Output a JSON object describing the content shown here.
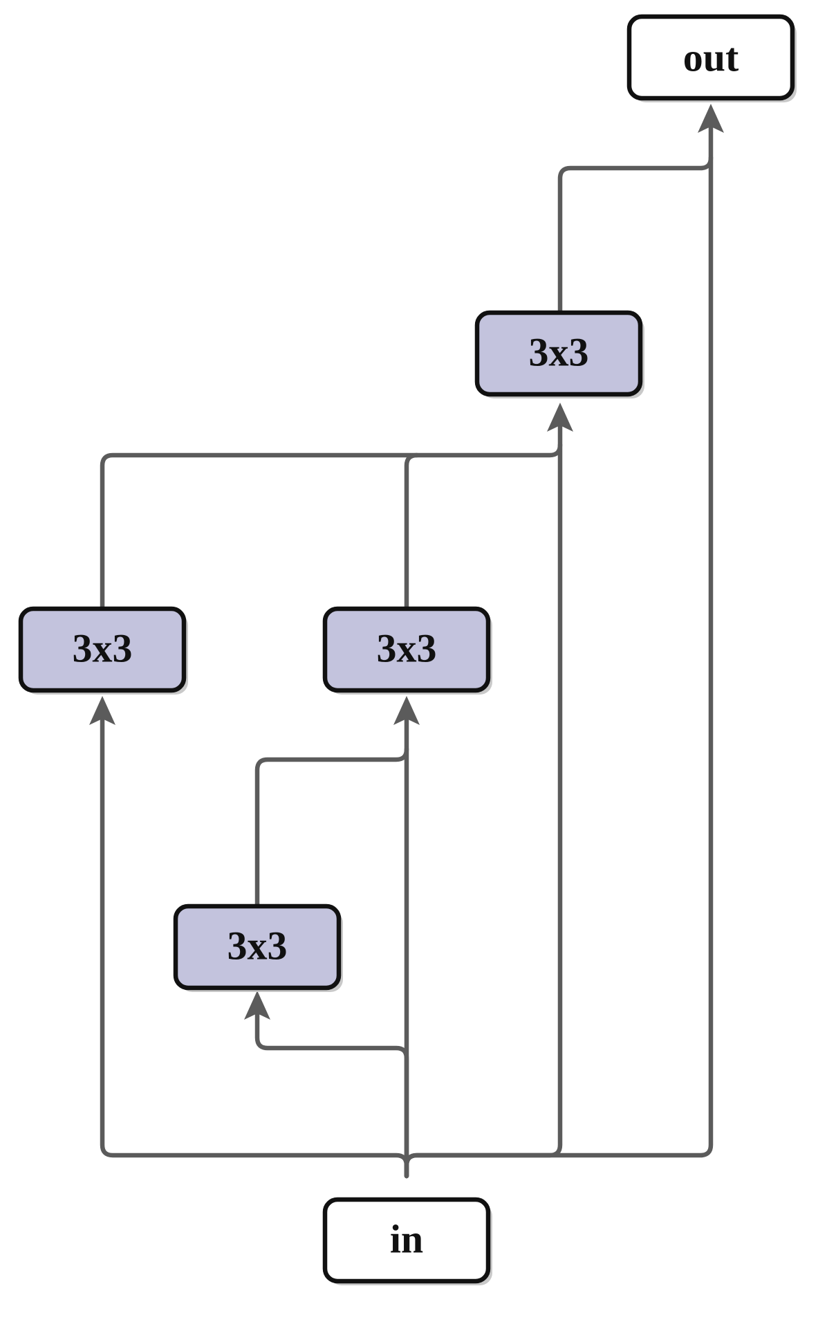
{
  "diagram": {
    "nodes": {
      "input": {
        "label": "in"
      },
      "output": {
        "label": "out"
      },
      "conv_a": {
        "label": "3x3"
      },
      "conv_b": {
        "label": "3x3"
      },
      "conv_c": {
        "label": "3x3"
      },
      "conv_d": {
        "label": "3x3"
      }
    },
    "edges": [
      {
        "from": "input",
        "to": "conv_a"
      },
      {
        "from": "input",
        "to": "conv_b"
      },
      {
        "from": "conv_a",
        "to": "conv_b"
      },
      {
        "from": "input",
        "to": "conv_c"
      },
      {
        "from": "input",
        "to": "conv_d"
      },
      {
        "from": "conv_b",
        "to": "conv_d"
      },
      {
        "from": "conv_c",
        "to": "conv_d"
      },
      {
        "from": "input",
        "to": "output"
      },
      {
        "from": "conv_d",
        "to": "output"
      }
    ],
    "colors": {
      "edge": "#5b5b5b",
      "node_border": "#111111",
      "conv_fill": "#c3c3dd",
      "io_fill": "#ffffff"
    }
  }
}
